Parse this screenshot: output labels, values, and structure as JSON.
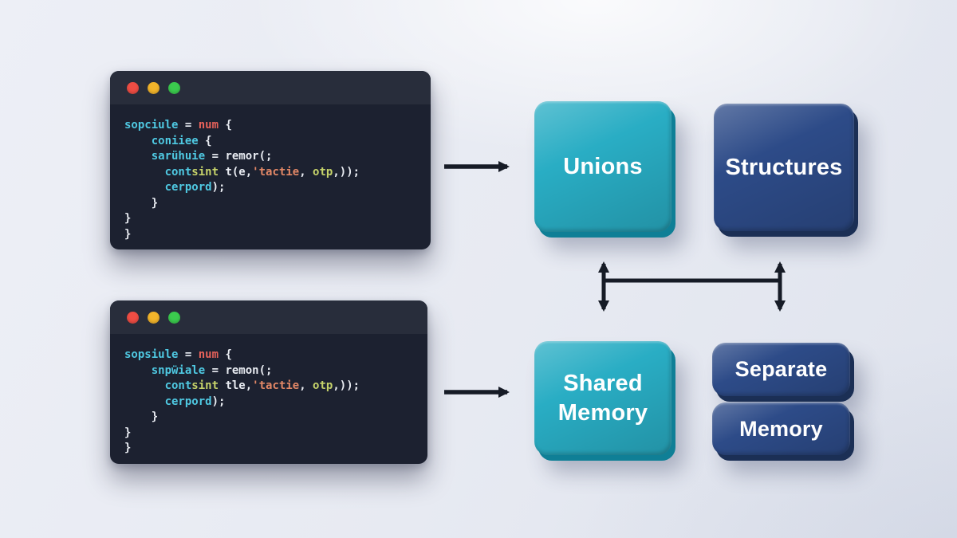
{
  "palette": {
    "background": "#e8ebf3",
    "arrow": "#161b26",
    "teal": "#29adc4",
    "teal_edge": "#0f7f96",
    "navy": "#2d4b88",
    "navy_edge": "#1b2f55",
    "window_header": "#282d3b",
    "window_body": "#1c2130",
    "code_cyan": "#4fc9e2",
    "code_white": "#e9ecf2",
    "code_red": "#e8625a",
    "code_yellow": "#c6d36a",
    "code_orange": "#e28766"
  },
  "code_windows": [
    {
      "name": "top-code-window",
      "traffic_lights": [
        {
          "name": "close",
          "color": "#ef4d44"
        },
        {
          "name": "minimize",
          "color": "#f3b52b"
        },
        {
          "name": "zoom",
          "color": "#3bcb4e"
        }
      ],
      "lines": [
        [
          [
            "cyan",
            "sopciule"
          ],
          [
            "white",
            " = "
          ],
          [
            "red",
            "num"
          ],
          [
            "white",
            " {"
          ]
        ],
        [
          [
            "cyan",
            "    coniiee"
          ],
          [
            "white",
            " {"
          ]
        ],
        [
          [
            "cyan",
            "    sarühuie"
          ],
          [
            "white",
            " = remor(;"
          ]
        ],
        [
          [
            "cyan",
            "      cont"
          ],
          [
            "yellow",
            "sint"
          ],
          [
            "white",
            " t(e,"
          ],
          [
            "orange",
            "'tactie"
          ],
          [
            "white",
            ", "
          ],
          [
            "yellow",
            "otp"
          ],
          [
            "white",
            ",));"
          ]
        ],
        [
          [
            "cyan",
            "      cerpord"
          ],
          [
            "white",
            ");"
          ]
        ],
        [
          [
            "white",
            "    }"
          ]
        ],
        [
          [
            "white",
            "}"
          ]
        ],
        [
          [
            "white",
            "}"
          ]
        ]
      ]
    },
    {
      "name": "bottom-code-window",
      "traffic_lights": [
        {
          "name": "close",
          "color": "#ef4d44"
        },
        {
          "name": "minimize",
          "color": "#f3b52b"
        },
        {
          "name": "zoom",
          "color": "#3bcb4e"
        }
      ],
      "lines": [
        [
          [
            "cyan",
            "sopsiule"
          ],
          [
            "white",
            " = "
          ],
          [
            "red",
            "num"
          ],
          [
            "white",
            " {"
          ]
        ],
        [
          [
            "cyan",
            "    snpẅiale"
          ],
          [
            "white",
            " = remon(;"
          ]
        ],
        [
          [
            "cyan",
            "      cont"
          ],
          [
            "yellow",
            "sint"
          ],
          [
            "white",
            " tle,"
          ],
          [
            "orange",
            "'tactie"
          ],
          [
            "white",
            ", "
          ],
          [
            "yellow",
            "otp"
          ],
          [
            "white",
            ",));"
          ]
        ],
        [
          [
            "cyan",
            "      cerpord"
          ],
          [
            "white",
            ");"
          ]
        ],
        [
          [
            "white",
            "    }"
          ]
        ],
        [
          [
            "white",
            "}"
          ]
        ],
        [
          [
            "white",
            "}"
          ]
        ]
      ]
    }
  ],
  "boxes": {
    "unions": {
      "label": "Unions"
    },
    "structures": {
      "label": "Structures"
    },
    "shared_memory": {
      "label": "Shared Memory"
    },
    "separate": {
      "label": "Separate"
    },
    "memory": {
      "label": "Memory"
    }
  }
}
